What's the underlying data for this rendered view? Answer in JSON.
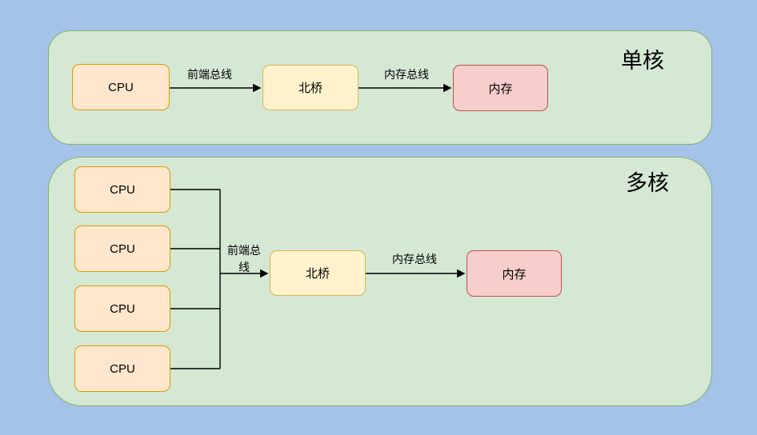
{
  "canvas": {
    "bg_color": "#a5c2e9"
  },
  "colors": {
    "container_fill": "#d5e8d4",
    "container_border": "#82b366",
    "cpu_fill": "#ffe6cc",
    "cpu_border": "#d79b00",
    "bridge_fill": "#fff2cc",
    "bridge_border": "#d6b656",
    "memory_fill": "#f8cecc",
    "memory_border": "#b85450",
    "wire": "#000000"
  },
  "single_core": {
    "title": "单核",
    "cpu_label": "CPU",
    "bridge_label": "北桥",
    "memory_label": "内存",
    "front_bus_label": "前端总线",
    "memory_bus_label": "内存总线"
  },
  "multi_core": {
    "title": "多核",
    "cpu_labels": [
      "CPU",
      "CPU",
      "CPU",
      "CPU"
    ],
    "bridge_label": "北桥",
    "memory_label": "内存",
    "front_bus_label": "前端总线",
    "memory_bus_label": "内存总线"
  }
}
